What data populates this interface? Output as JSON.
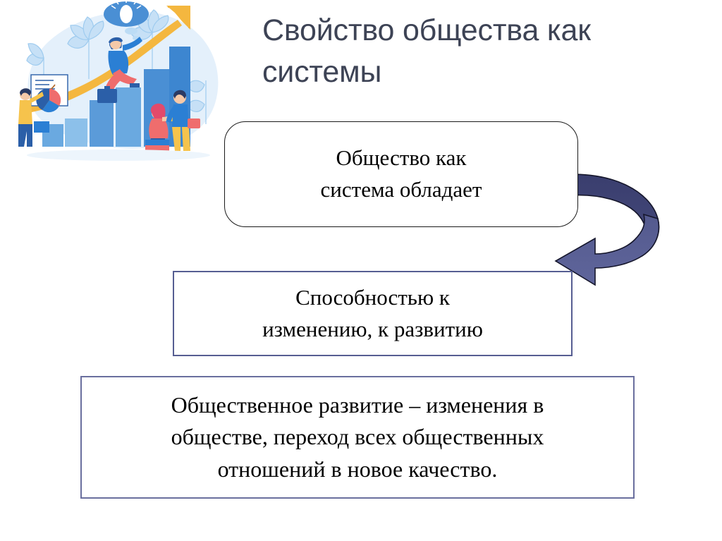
{
  "slide": {
    "background_color": "#ffffff",
    "title": "Свойство общества как системы",
    "title_color": "#3d4355"
  },
  "illustration": {
    "name": "business-growth-illustration",
    "description": "Flat vector illustration: people around an ascending bar chart with a yellow growth arrow, plants and a lightbulb idea bubble",
    "colors": {
      "blob": "#e4f0fb",
      "bar": "#5b9bd9",
      "bar_dark": "#4a8fd4",
      "arrow": "#f4b73f",
      "leaf": "#bcdcf5",
      "accent_red": "#ef6d6d",
      "accent_yellow": "#f6c34c",
      "outline": "#2b5fa8"
    }
  },
  "boxes": {
    "statement": {
      "line1": "Общество как",
      "line2": "система обладает",
      "border_color": "#1a1a1a",
      "shape": "rounded-rectangle"
    },
    "ability": {
      "line1": "Способностью к",
      "line2": "изменению, к развитию",
      "border_color": "#565e92",
      "shape": "rectangle"
    },
    "definition": {
      "line1": "Общественное развитие – изменения в",
      "line2": "обществе, переход всех общественных",
      "line3": "отношений в новое качество.",
      "border_color": "#6a6f9e",
      "shape": "rectangle"
    }
  },
  "arrow": {
    "name": "curved-arrow",
    "direction": "clockwise-down-left",
    "fill_top": "#3e4272",
    "fill_bottom": "#5b6194",
    "stroke": "#1a1a2e"
  }
}
